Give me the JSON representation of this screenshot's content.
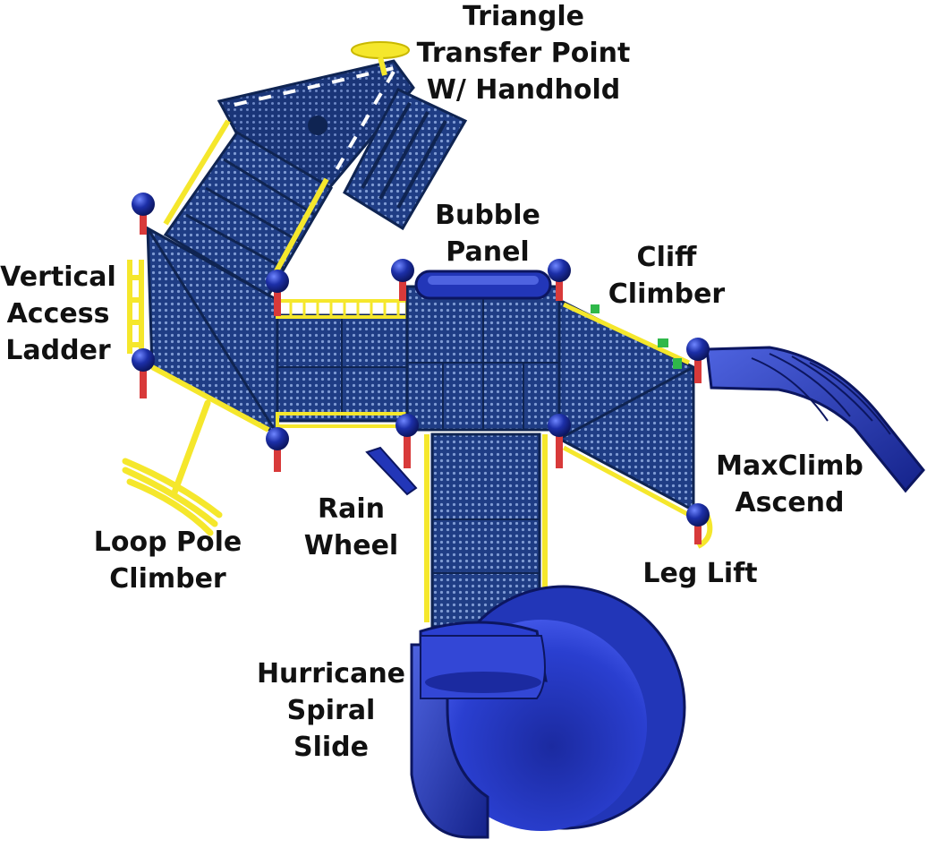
{
  "colors": {
    "deck": "#1f3d85",
    "deck_dark": "#16306c",
    "deck_edge": "#0f2452",
    "perforation": "#7f9bd4",
    "rail": "#f5e72c",
    "rail_edge": "#c9b800",
    "slide": "#2236b8",
    "slide_dark": "#14228a",
    "slide_light": "#4e63e0",
    "post_cap": "#1c2fa8",
    "post_clamp": "#d83a3a",
    "label_text": "#111111"
  },
  "labels": {
    "triangle_transfer": [
      "Triangle",
      "Transfer Point",
      "W/ Handhold"
    ],
    "bubble_panel": [
      "Bubble",
      "Panel"
    ],
    "cliff_climber": [
      "Cliff",
      "Climber"
    ],
    "vertical_ladder": [
      "Vertical",
      "Access",
      "Ladder"
    ],
    "maxclimb": [
      "MaxClimb",
      "Ascend"
    ],
    "rain_wheel": [
      "Rain",
      "Wheel"
    ],
    "loop_pole": [
      "Loop Pole",
      "Climber"
    ],
    "leg_lift": [
      "Leg Lift"
    ],
    "hurricane_slide": [
      "Hurricane",
      "Spiral",
      "Slide"
    ]
  }
}
